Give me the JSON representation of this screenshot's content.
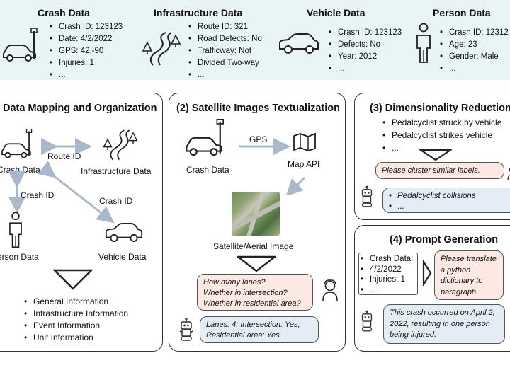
{
  "categories": {
    "crash": {
      "title": "Crash Data",
      "items": [
        "Crash ID: 123123",
        "Date: 4/2/2022",
        "GPS: 42,-90",
        "Injuries: 1",
        "..."
      ]
    },
    "infrastructure": {
      "title": "Infrastructure Data",
      "items": [
        "Route ID: 321",
        "Road Defects: No",
        "Trafficway: Not",
        "Divided Two-way",
        "..."
      ]
    },
    "vehicle": {
      "title": "Vehicle Data",
      "items": [
        "Crash ID: 123123",
        "Defects: No",
        "Year: 2012",
        "..."
      ]
    },
    "person": {
      "title": "Person Data",
      "items": [
        "Crash ID: 12312",
        "Age: 23",
        "Gender: Male",
        "..."
      ]
    }
  },
  "panel1": {
    "title": "Data Mapping and Organization",
    "crash_label": "Crash Data",
    "infra_label": "Infrastructure Data",
    "person_label": "Person Data",
    "vehicle_label": "Vehicle Data",
    "route_id": "Route ID",
    "crash_id_left": "Crash ID",
    "crash_id_right": "Crash ID",
    "outputs": [
      "General Information",
      "Infrastructure Information",
      "Event Information",
      "Unit Information"
    ]
  },
  "panel2": {
    "title": "(2) Satellite Images Textualization",
    "crash_label": "Crash Data",
    "gps": "GPS",
    "map_api": "Map API",
    "image_label": "Satellite/Aerial Image",
    "question": [
      "How many lanes?",
      "Whether in intersection?",
      "Whether in residential area?"
    ],
    "answer": [
      "Lanes: 4; Intersection: Yes;",
      "Residential area: Yes."
    ]
  },
  "panel3": {
    "title": "(3) Dimensionality Reduction",
    "labels": [
      "Pedalcyclist struck by vehicle",
      "Pedalcyclist strikes vehicle",
      "..."
    ],
    "prompt": "Please cluster similar labels.",
    "result": [
      "Pedalcyclist collisions",
      "..."
    ]
  },
  "panel4": {
    "title": "(4) Prompt Generation",
    "dict": [
      "Crash Data:",
      "4/2/2022",
      "Injuries: 1",
      "..."
    ],
    "prompt": [
      "Please translate",
      "a python",
      "dictionary to",
      "paragraph."
    ],
    "result": [
      "This crash occurred on April 2,",
      "2022, resulting in one person",
      "being injured."
    ]
  }
}
